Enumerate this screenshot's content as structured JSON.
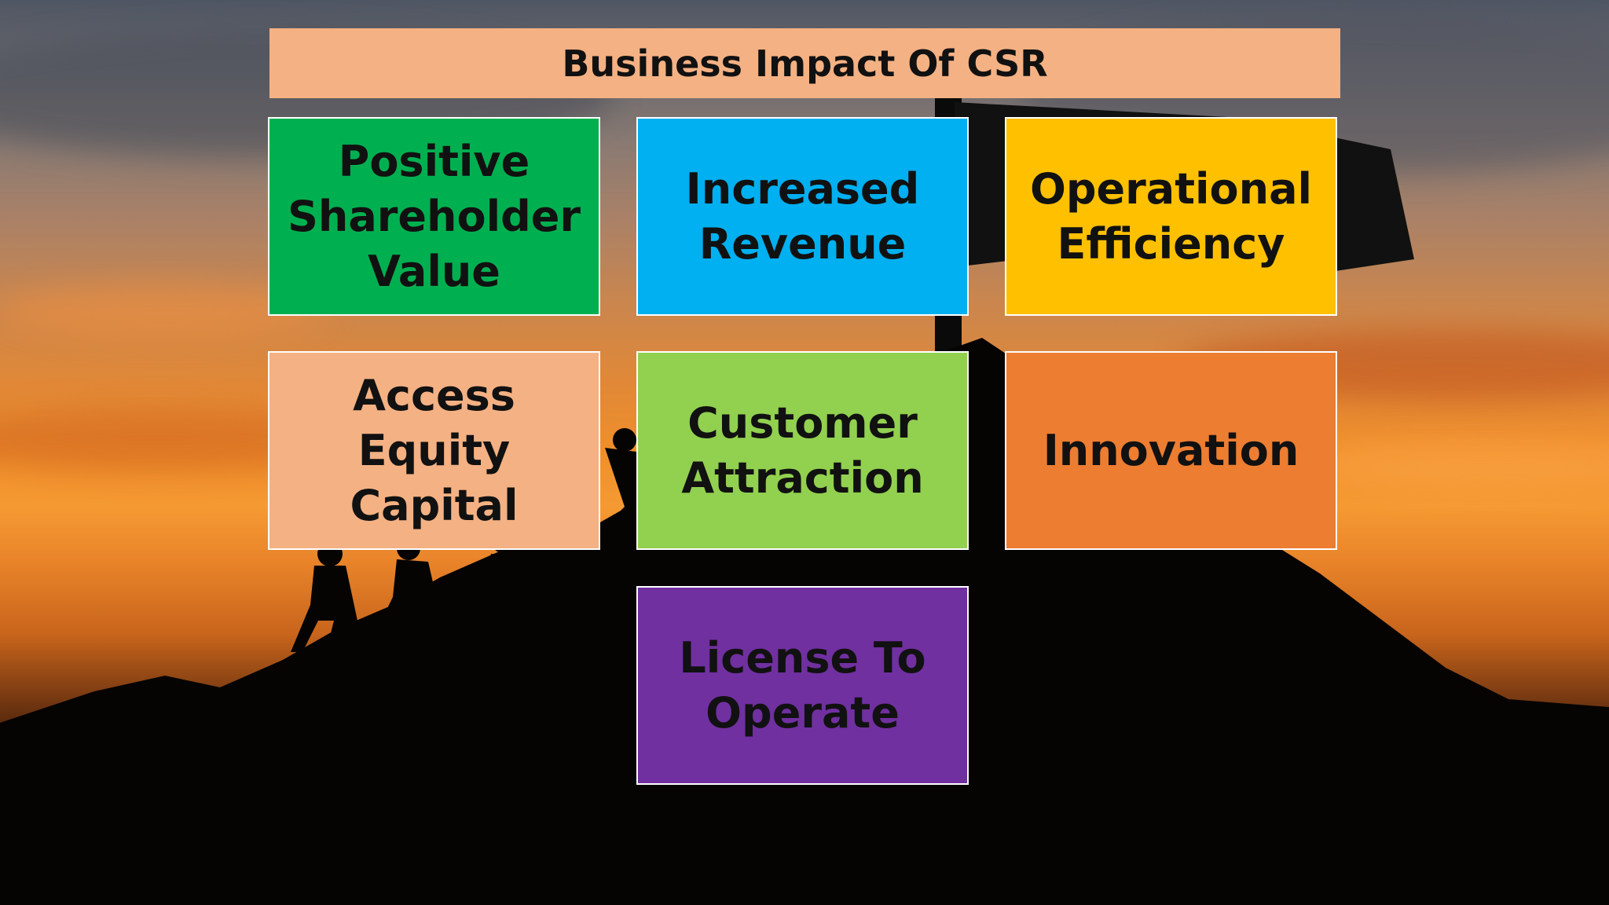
{
  "title": "Business Impact Of CSR",
  "boxes": [
    {
      "label": "Positive Shareholder Value",
      "color": "#00b050"
    },
    {
      "label": "Increased Revenue",
      "color": "#00b0f0"
    },
    {
      "label": "Operational Efficiency",
      "color": "#ffc000"
    },
    {
      "label": "Access Equity Capital",
      "color": "#f4b183"
    },
    {
      "label": "Customer Attraction",
      "color": "#92d050"
    },
    {
      "label": "Innovation",
      "color": "#ed7d31"
    },
    {
      "label": "License To Operate",
      "color": "#7030a0"
    }
  ],
  "colors": {
    "title_bar": "#f4b183",
    "box_border": "#ffffff",
    "text": "#111111"
  }
}
